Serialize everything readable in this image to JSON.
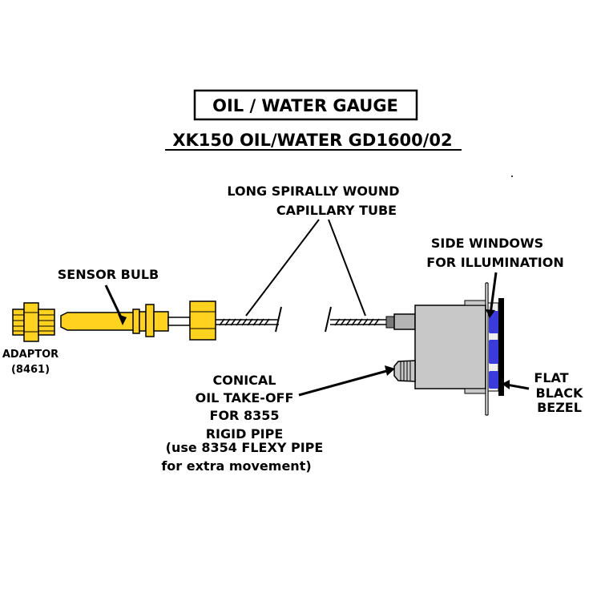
{
  "title": "OIL / WATER GAUGE",
  "subtitle": "XK150 OIL/WATER GD1600/02",
  "labels": {
    "capillary_line1": "LONG  SPIRALLY WOUND",
    "capillary_line2": "CAPILLARY TUBE",
    "sensor_bulb": "SENSOR BULB",
    "adaptor_line1": "ADAPTOR",
    "adaptor_line2": "(8461)",
    "side_windows_line1": "SIDE WINDOWS",
    "side_windows_line2": "FOR ILLUMINATION",
    "conical_line1": "CONICAL",
    "conical_line2": "OIL TAKE-OFF",
    "conical_line3": "FOR 8355",
    "conical_line4": "RIGID PIPE",
    "conical_line5": "(use 8354 FLEXY PIPE",
    "conical_line6": "for extra movement)",
    "bezel_line1": "FLAT",
    "bezel_line2": "BLACK",
    "bezel_line3": "BEZEL"
  },
  "colors": {
    "brass": "#FFD21F",
    "gauge_body": "#C8C8C8",
    "window": "#3B3BDB",
    "bezel": "#000000"
  }
}
